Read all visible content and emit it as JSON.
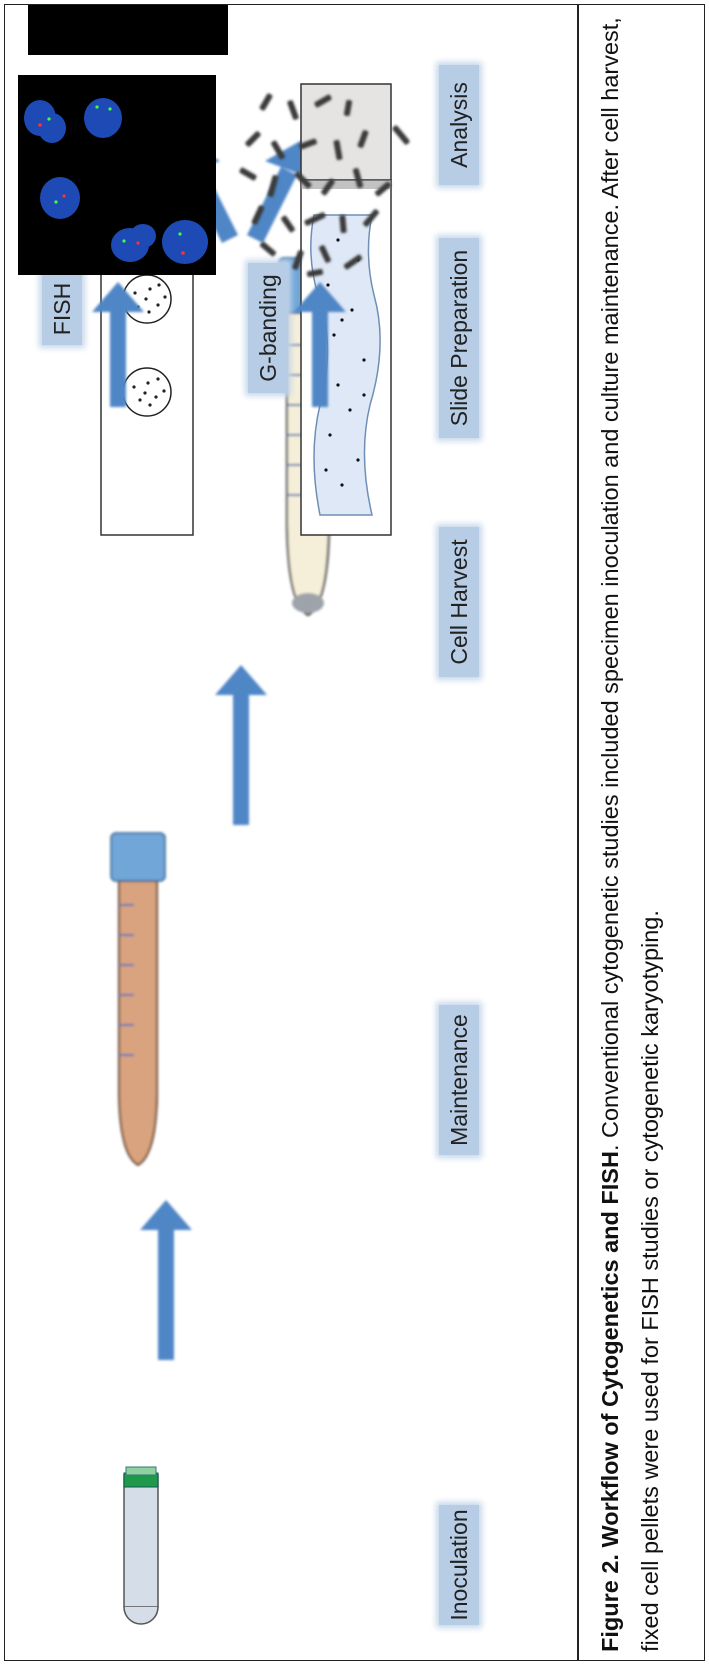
{
  "figure": {
    "steps": [
      "Inoculation",
      "Maintenance",
      "Cell Harvest",
      "Slide Preparation",
      "Analysis"
    ],
    "methods": {
      "fish": "FISH",
      "gbanding": "G-banding"
    },
    "caption": {
      "label": "Figure 2. Workflow of Cytogenetics and FISH",
      "text": ". Conventional cytogenetic studies included specimen inoculation and culture maintenance.  After cell harvest, fixed cell pellets were used for FISH studies or cytogenetic karyotyping."
    }
  },
  "colors": {
    "label_bg": "#b7cde6",
    "arrow": "#4f86c6",
    "tube_cap": "#6fa6d8",
    "maintenance_tube": "#d8a37e",
    "harvest_tube": "#f5efd9",
    "inoculation_tube": "#d5dde9",
    "green_cap": "#1f9a4a",
    "fish_background": "#000000",
    "nucleus": "#1f4fbf"
  }
}
